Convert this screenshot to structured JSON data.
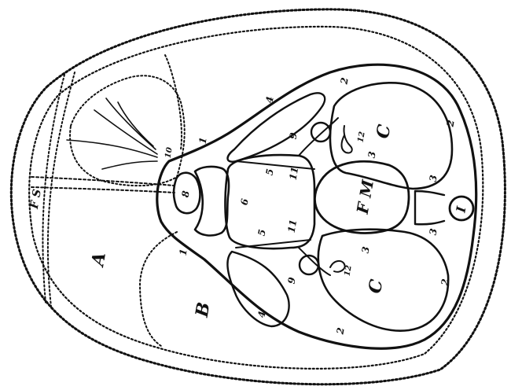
{
  "labels": {
    "A": "A",
    "B": "B",
    "C_top": "C",
    "C_bottom": "C",
    "FM": "F M",
    "FS": "F S",
    "n1_top": "1",
    "n1_bottom": "1",
    "n1_right": "I",
    "n2_a": "2",
    "n2_b": "2",
    "n2_c": "2",
    "n2_d": "2",
    "n3_a": "3",
    "n3_b": "3",
    "n3_c": "3",
    "n3_d": "3",
    "n4_top": "4",
    "n4_bottom": "4",
    "n5_a": "5",
    "n5_b": "5",
    "n6": "6",
    "n8": "8",
    "n9_top": "9",
    "n9_bottom": "9",
    "n10": "10",
    "n11_a": "11",
    "n11_b": "11",
    "n12_top": "12",
    "n12_bottom": "12"
  },
  "colors": {
    "ink": "#111111",
    "paper": "#ffffff"
  }
}
